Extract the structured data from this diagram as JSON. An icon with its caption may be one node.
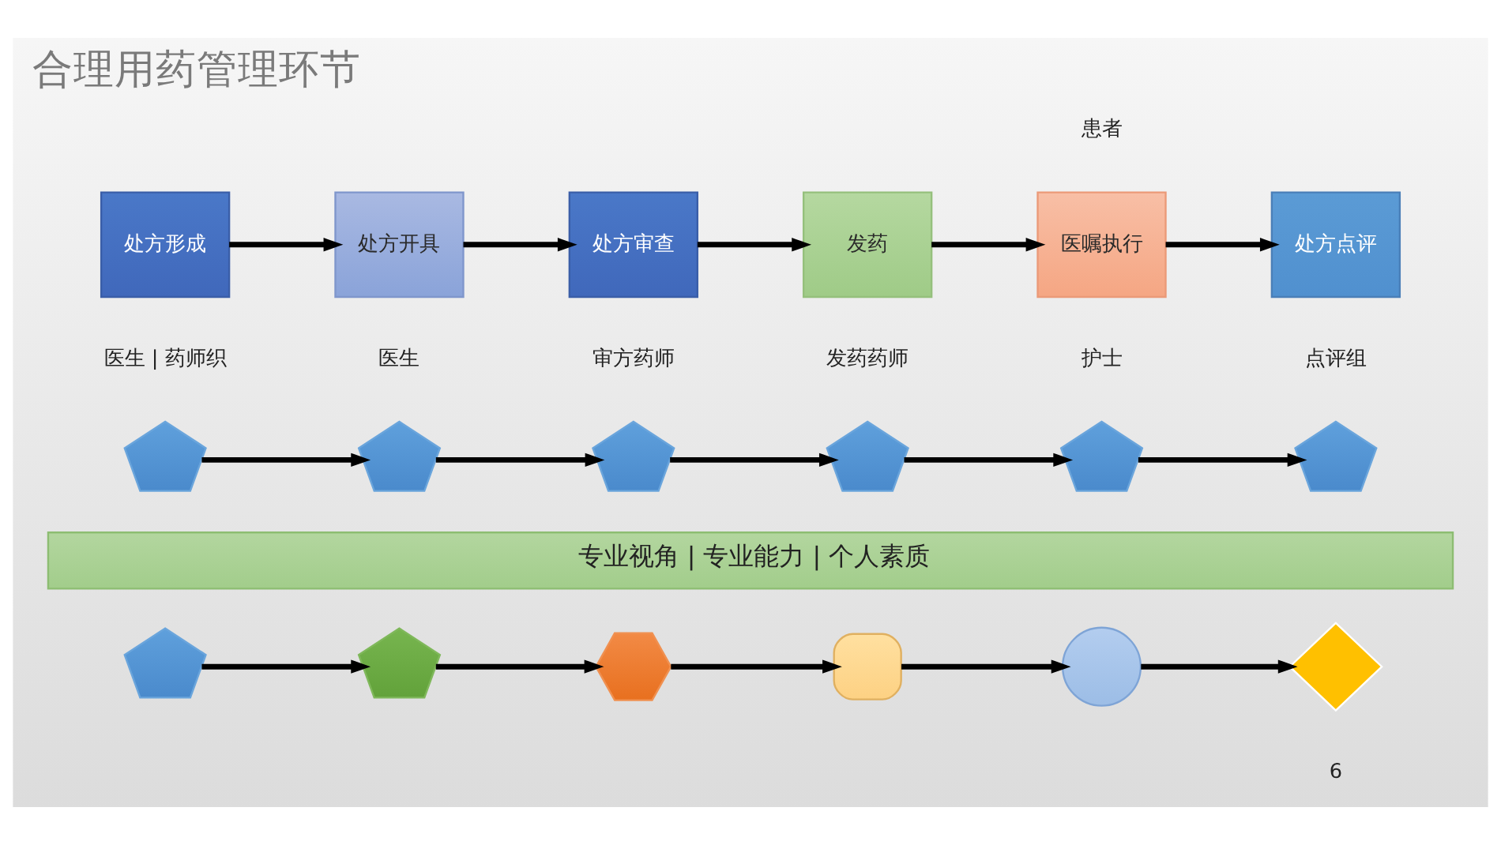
{
  "diagram": {
    "title": "合理用药管理环节",
    "nodes": [
      {
        "text": [
          "处方形成"
        ],
        "beside": [
          "医生 | 药师织"
        ]
      },
      {
        "text": [
          "处方开具"
        ],
        "beside": [
          "医生"
        ]
      },
      {
        "text": [
          "处方审查"
        ],
        "beside": [
          "审方药师"
        ]
      },
      {
        "text": [
          "发药"
        ],
        "beside": [
          "发药药师"
        ]
      },
      {
        "text": [
          "医嘱执行"
        ],
        "beside": [
          "患者",
          "护士"
        ]
      },
      {
        "text": [
          "处方点评"
        ],
        "beside": [
          "点评组"
        ]
      },
      {
        "text": [],
        "shape": "pentagon"
      },
      {
        "text": [],
        "shape": "pentagon"
      },
      {
        "text": [],
        "shape": "pentagon"
      },
      {
        "text": [],
        "shape": "pentagon"
      },
      {
        "text": [],
        "shape": "pentagon"
      },
      {
        "text": [],
        "shape": "pentagon"
      },
      {
        "text": [
          "专业视角 | 专业能力 | 个人素质"
        ]
      },
      {
        "text": [],
        "shape": "pentagon"
      },
      {
        "text": [],
        "shape": "pentagon"
      },
      {
        "text": [],
        "shape": "hexagon"
      },
      {
        "text": [],
        "shape": "box"
      },
      {
        "text": [],
        "shape": "circle"
      },
      {
        "text": [],
        "shape": "diamond"
      }
    ],
    "edges": [
      {
        "from": 0,
        "to": 1,
        "arrow": "to"
      },
      {
        "from": 1,
        "to": 2,
        "arrow": "to"
      },
      {
        "from": 2,
        "to": 3,
        "arrow": "to"
      },
      {
        "from": 3,
        "to": 4,
        "arrow": "to"
      },
      {
        "from": 4,
        "to": 5,
        "arrow": "to"
      },
      {
        "from": 6,
        "to": 7,
        "arrow": "to"
      },
      {
        "from": 7,
        "to": 8,
        "arrow": "to"
      },
      {
        "from": 8,
        "to": 9,
        "arrow": "to"
      },
      {
        "from": 9,
        "to": 10,
        "arrow": "to"
      },
      {
        "from": 10,
        "to": 11,
        "arrow": "to"
      },
      {
        "from": 13,
        "to": 14,
        "arrow": "to"
      },
      {
        "from": 14,
        "to": 15,
        "arrow": "to"
      },
      {
        "from": 15,
        "to": 16,
        "arrow": "to"
      },
      {
        "from": 16,
        "to": 17,
        "arrow": "to"
      },
      {
        "from": 17,
        "to": 18,
        "arrow": "to"
      }
    ],
    "labels": [
      "6"
    ]
  }
}
